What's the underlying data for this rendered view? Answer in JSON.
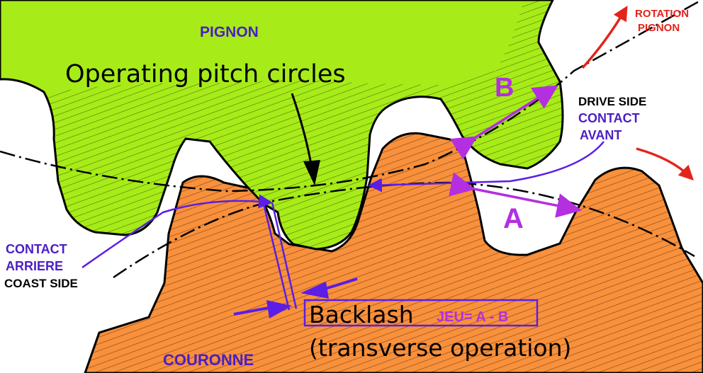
{
  "labels": {
    "pignon": "PIGNON",
    "operating_pitch": "Operating pitch circles",
    "rotation_line1": "ROTATION",
    "rotation_line2": "PIGNON",
    "letter_b": "B",
    "drive_side": "DRIVE SIDE",
    "contact_avant_line1": "CONTACT",
    "contact_avant_line2": "AVANT",
    "letter_a": "A",
    "contact_arriere_line1": "CONTACT",
    "contact_arriere_line2": "ARRIERE",
    "coast_side": "COAST SIDE",
    "backlash": "Backlash",
    "jeu": "JEU= A - B",
    "transverse": "(transverse operation)",
    "couronne": "COURONNE"
  },
  "colors": {
    "pinion_fill": "#a7ec18",
    "ring_fill": "#f9903b",
    "purple_text": "#4a1fc4",
    "magenta": "#b32fe0",
    "red": "#e3241b",
    "violet_line": "#5a1ee6",
    "black": "#000000"
  }
}
